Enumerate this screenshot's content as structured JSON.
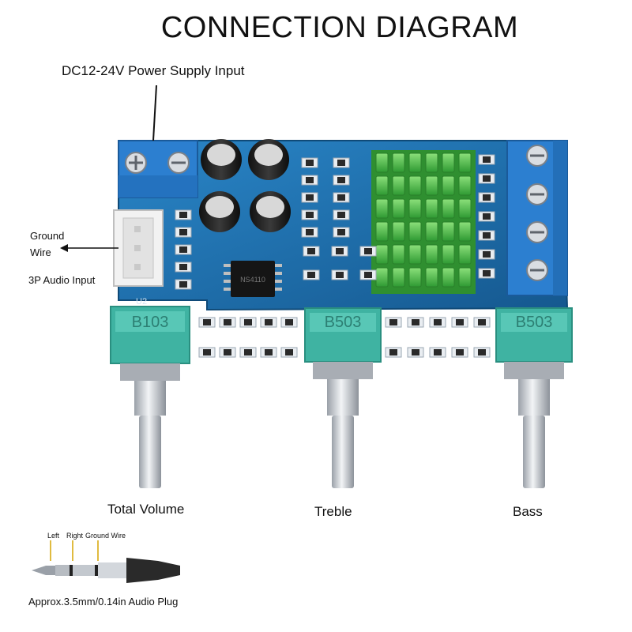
{
  "title": "CONNECTION DIAGRAM",
  "labels": {
    "power": "DC12-24V Power Supply Input",
    "ground_1": "Ground",
    "ground_2": "Wire",
    "audio_input": "3P Audio Input",
    "volume": "Total Volume",
    "treble": "Treble",
    "bass": "Bass",
    "plug_left": "Left",
    "plug_right": "Right",
    "plug_ground": "Ground Wire",
    "plug_caption": "Approx.3.5mm/0.14in Audio Plug"
  },
  "board": {
    "chip_marking": "NS4110",
    "u2": "U2",
    "pot_volume": "B103",
    "pot_treble": "B503",
    "pot_bass": "B503"
  },
  "colors": {
    "pcb": "#1f6fae",
    "terminal": "#2c7fd0",
    "heatsink": "#4fc24a",
    "potentiometer": "#3fb3a2",
    "shaft": "#c8ccd2"
  }
}
